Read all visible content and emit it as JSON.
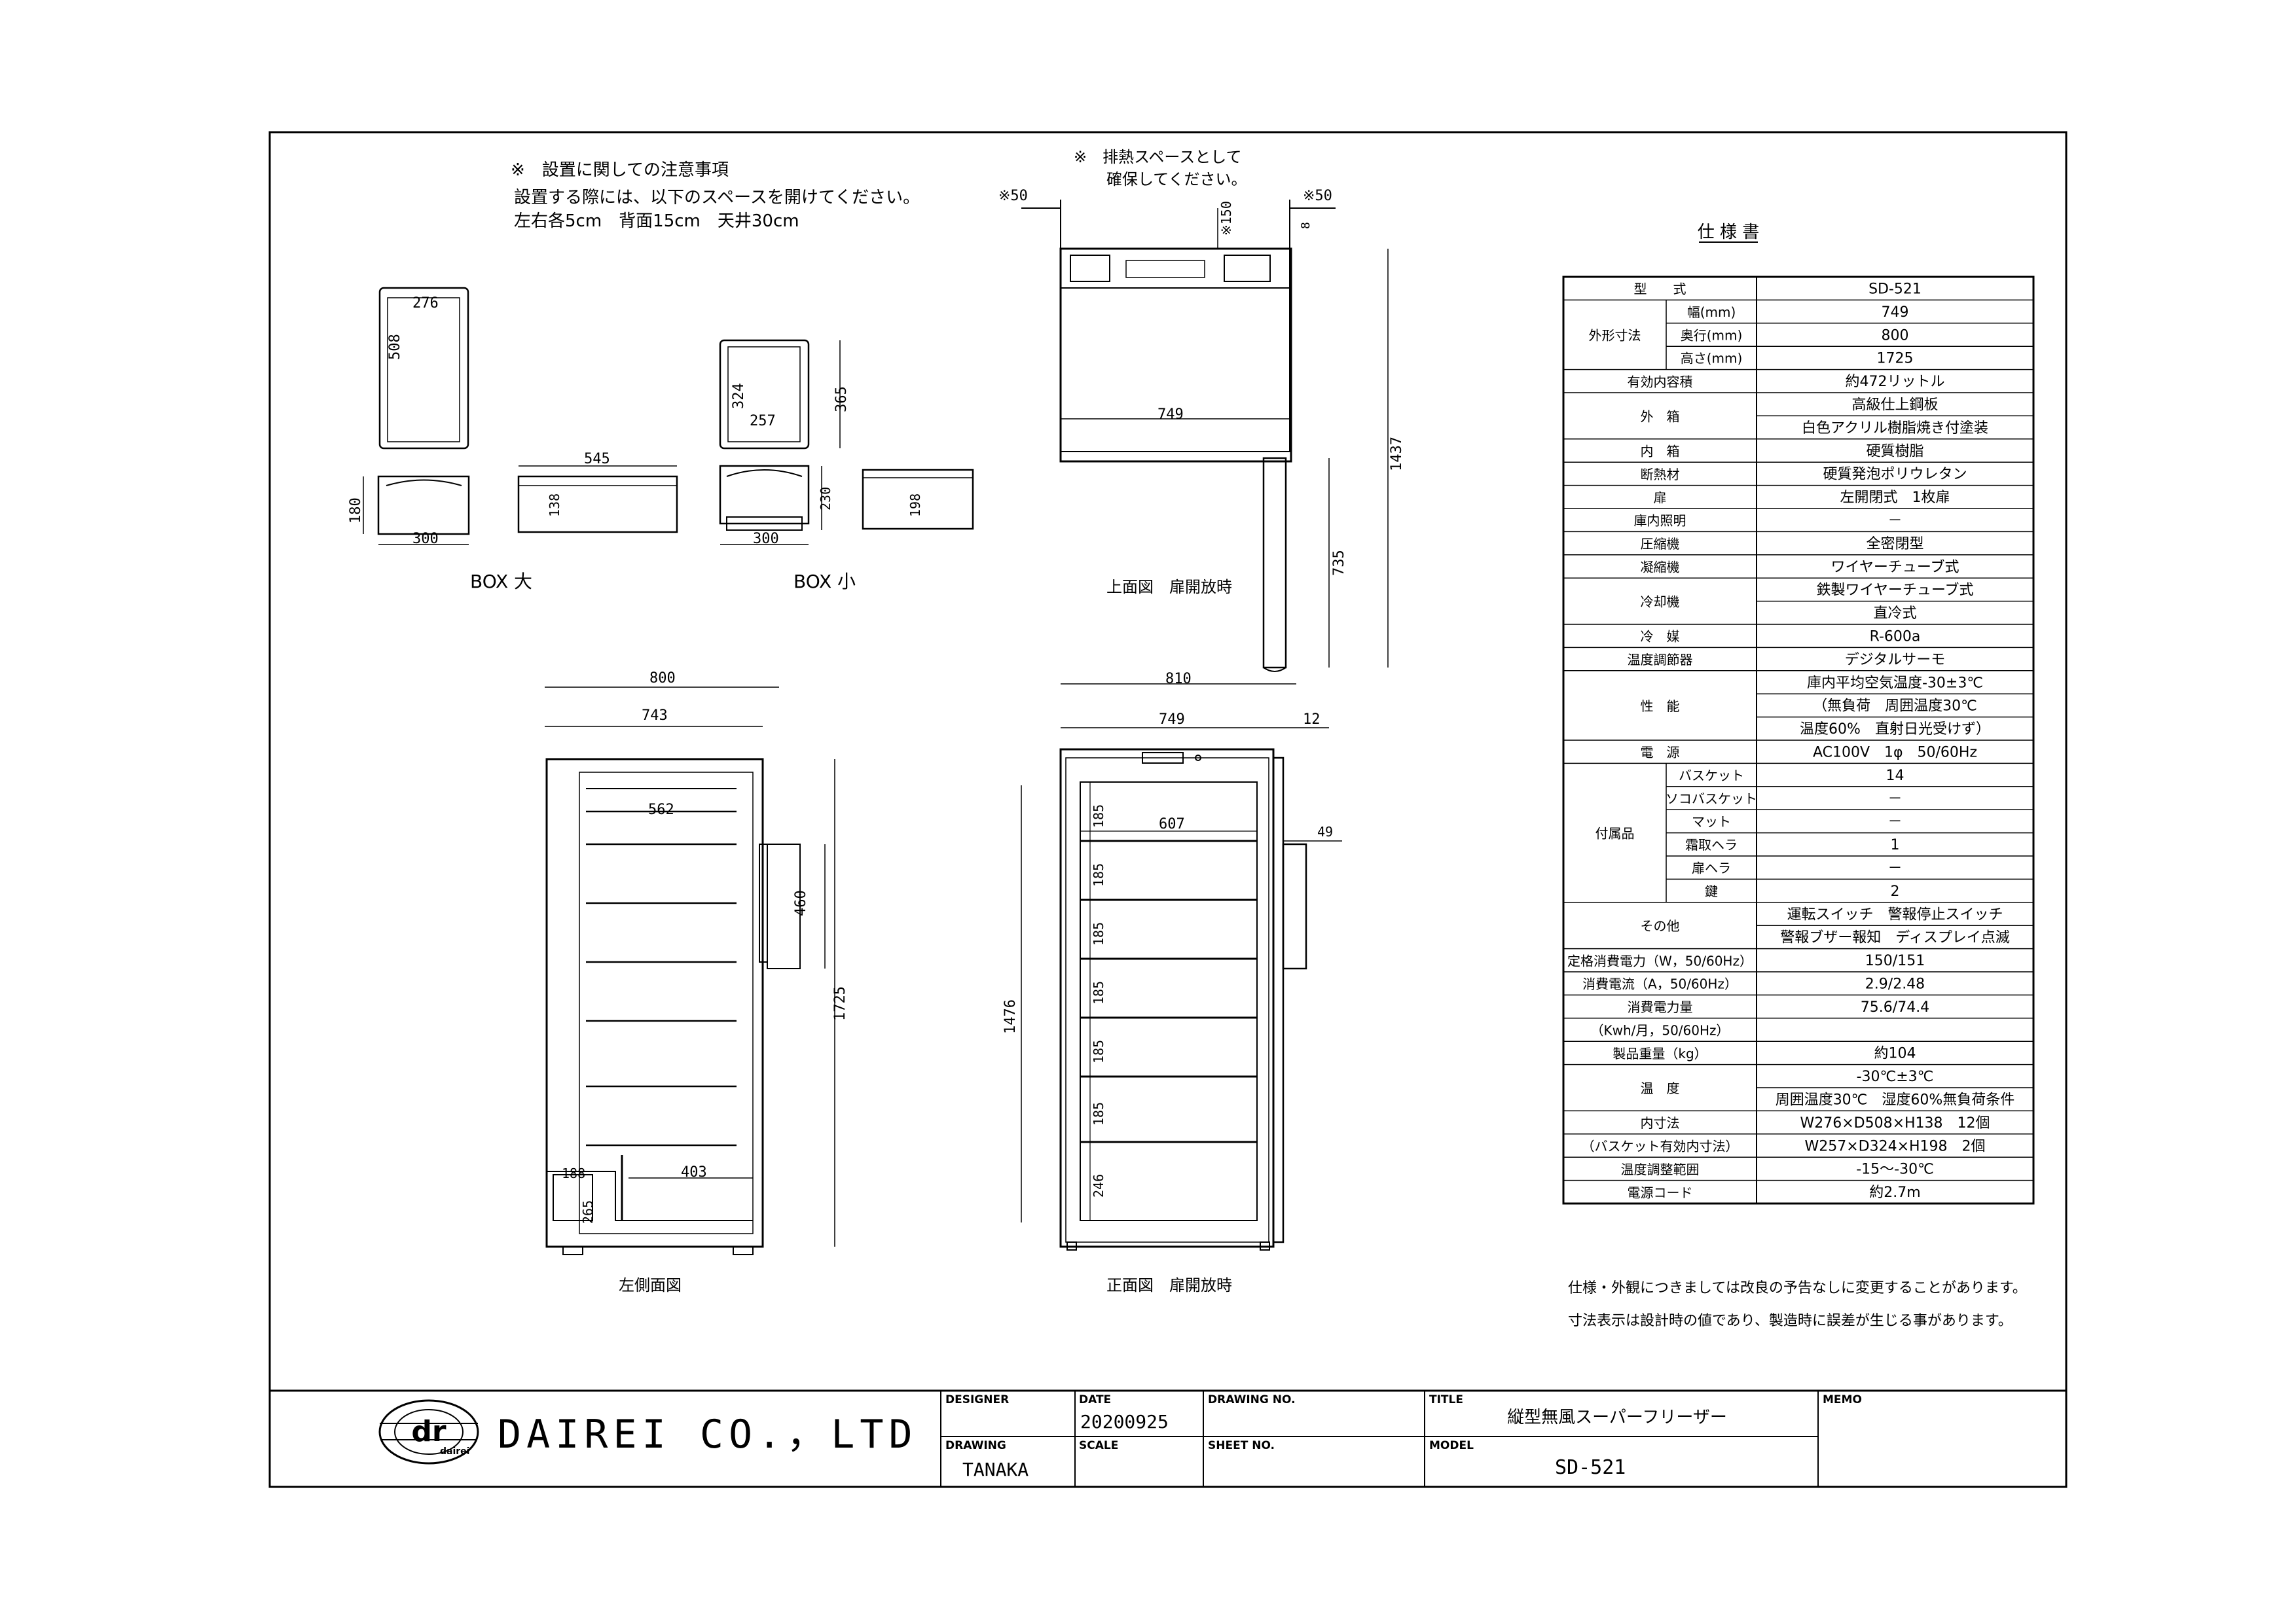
{
  "notes": {
    "install_title": "※　設置に関しての注意事項",
    "install_line1": "設置する際には、以下のスペースを開けてください。",
    "install_line2": "左右各5cm　背面15cm　天井30cm",
    "exhaust_line1": "※　排熱スペースとして",
    "exhaust_line2": "確保してください。"
  },
  "top_view": {
    "left_clear": "※50",
    "right_clear": "※50",
    "rear_clear": "※150",
    "top_small": "8",
    "width": "749",
    "depth_total": "1437",
    "door_open": "735",
    "total_width": "810",
    "caption": "上面図　扉開放時"
  },
  "box_large": {
    "inner_w": "276",
    "inner_d": "508",
    "height": "180",
    "bottom_w": "300",
    "side_len": "545",
    "side_h": "138",
    "caption": "BOX 大"
  },
  "box_small": {
    "inner_w": "257",
    "inner_d": "324",
    "outer_d": "365",
    "height": "230",
    "bottom_w": "300",
    "side_h": "198",
    "caption": "BOX 小"
  },
  "side_view": {
    "depth": "800",
    "depth_inner": "743",
    "inner": "562",
    "handle": "460",
    "height": "1725",
    "comp_w": "188",
    "comp_h": "265",
    "comp_d": "403",
    "caption": "左側面図"
  },
  "front_view": {
    "width": "749",
    "right_small": "12",
    "inner_w": "607",
    "handle_proj": "49",
    "inner_h": "1476",
    "pitches": [
      "185",
      "185",
      "185",
      "185",
      "185",
      "185",
      "246"
    ],
    "caption": "正面図　扉開放時"
  },
  "spec": {
    "title": "仕 様 書",
    "rows": [
      {
        "label": "型　　式",
        "sub": "",
        "value": "SD-521"
      },
      {
        "label": "外形寸法",
        "sub": "幅(mm)",
        "value": "749"
      },
      {
        "label": "",
        "sub": "奥行(mm)",
        "value": "800"
      },
      {
        "label": "",
        "sub": "高さ(mm)",
        "value": "1725"
      },
      {
        "label": "有効内容積",
        "sub": "",
        "value": "約472リットル"
      },
      {
        "label": "外　箱",
        "sub": "",
        "value": "高級仕上鋼板"
      },
      {
        "label": "",
        "sub": "",
        "value": "白色アクリル樹脂焼き付塗装"
      },
      {
        "label": "内　箱",
        "sub": "",
        "value": "硬質樹脂"
      },
      {
        "label": "断熱材",
        "sub": "",
        "value": "硬質発泡ポリウレタン"
      },
      {
        "label": "扉",
        "sub": "",
        "value": "左開閉式　1枚扉"
      },
      {
        "label": "庫内照明",
        "sub": "",
        "value": "－"
      },
      {
        "label": "圧縮機",
        "sub": "",
        "value": "全密閉型"
      },
      {
        "label": "凝縮機",
        "sub": "",
        "value": "ワイヤーチューブ式"
      },
      {
        "label": "冷却機",
        "sub": "",
        "value": "鉄製ワイヤーチューブ式"
      },
      {
        "label": "",
        "sub": "",
        "value": "直冷式"
      },
      {
        "label": "冷　媒",
        "sub": "",
        "value": "R-600a"
      },
      {
        "label": "温度調節器",
        "sub": "",
        "value": "デジタルサーモ"
      },
      {
        "label": "性　能",
        "sub": "",
        "value": "庫内平均空気温度-30±3℃"
      },
      {
        "label": "",
        "sub": "",
        "value": "（無負荷　周囲温度30℃"
      },
      {
        "label": "",
        "sub": "",
        "value": "温度60%　直射日光受けず）"
      },
      {
        "label": "電　源",
        "sub": "",
        "value": "AC100V　1φ　50/60Hz"
      },
      {
        "label": "付属品",
        "sub": "バスケット",
        "value": "14"
      },
      {
        "label": "",
        "sub": "ソコバスケット",
        "value": "－"
      },
      {
        "label": "",
        "sub": "マット",
        "value": "－"
      },
      {
        "label": "",
        "sub": "霜取ヘラ",
        "value": "1"
      },
      {
        "label": "",
        "sub": "扉ヘラ",
        "value": "－"
      },
      {
        "label": "",
        "sub": "鍵",
        "value": "2"
      },
      {
        "label": "その他",
        "sub": "",
        "value": "運転スイッチ　警報停止スイッチ"
      },
      {
        "label": "",
        "sub": "",
        "value": "警報ブザー報知　ディスプレイ点滅"
      },
      {
        "label": "定格消費電力（W，50/60Hz）",
        "sub": "",
        "value": "150/151"
      },
      {
        "label": "消費電流（A，50/60Hz）",
        "sub": "",
        "value": "2.9/2.48"
      },
      {
        "label": "消費電力量",
        "sub": "",
        "value": "75.6/74.4"
      },
      {
        "label": "（Kwh/月，50/60Hz）",
        "sub": "",
        "value": ""
      },
      {
        "label": "製品重量（kg）",
        "sub": "",
        "value": "約104"
      },
      {
        "label": "温　度",
        "sub": "",
        "value": "-30℃±3℃"
      },
      {
        "label": "",
        "sub": "",
        "value": "周囲温度30℃　湿度60%無負荷条件"
      },
      {
        "label": "内寸法",
        "sub": "",
        "value": "W276×D508×H138　12個"
      },
      {
        "label": "（バスケット有効内寸法）",
        "sub": "",
        "value": "W257×D324×H198　2個"
      },
      {
        "label": "温度調整範囲",
        "sub": "",
        "value": "-15～-30℃"
      },
      {
        "label": "電源コード",
        "sub": "",
        "value": "約2.7m"
      }
    ],
    "footnote1": "仕様・外観につきましては改良の予告なしに変更することがあります。",
    "footnote2": "寸法表示は設計時の値であり、製造時に誤差が生じる事があります。"
  },
  "title_block": {
    "logo_text": "dr",
    "logo_sub": "dairei",
    "company": "DAIREI CO.，LTD",
    "designer_label": "DESIGNER",
    "designer": "",
    "date_label": "DATE",
    "date": "20200925",
    "drawing_no_label": "DRAWING NO.",
    "drawing_no": "",
    "title_label": "TITLE",
    "title": "縦型無風スーパーフリーザー",
    "memo_label": "MEMO",
    "drawing_label": "DRAWING",
    "drawing": "TANAKA",
    "scale_label": "SCALE",
    "scale": "",
    "sheet_no_label": "SHEET NO.",
    "sheet_no": "",
    "model_label": "MODEL",
    "model": "SD-521"
  }
}
